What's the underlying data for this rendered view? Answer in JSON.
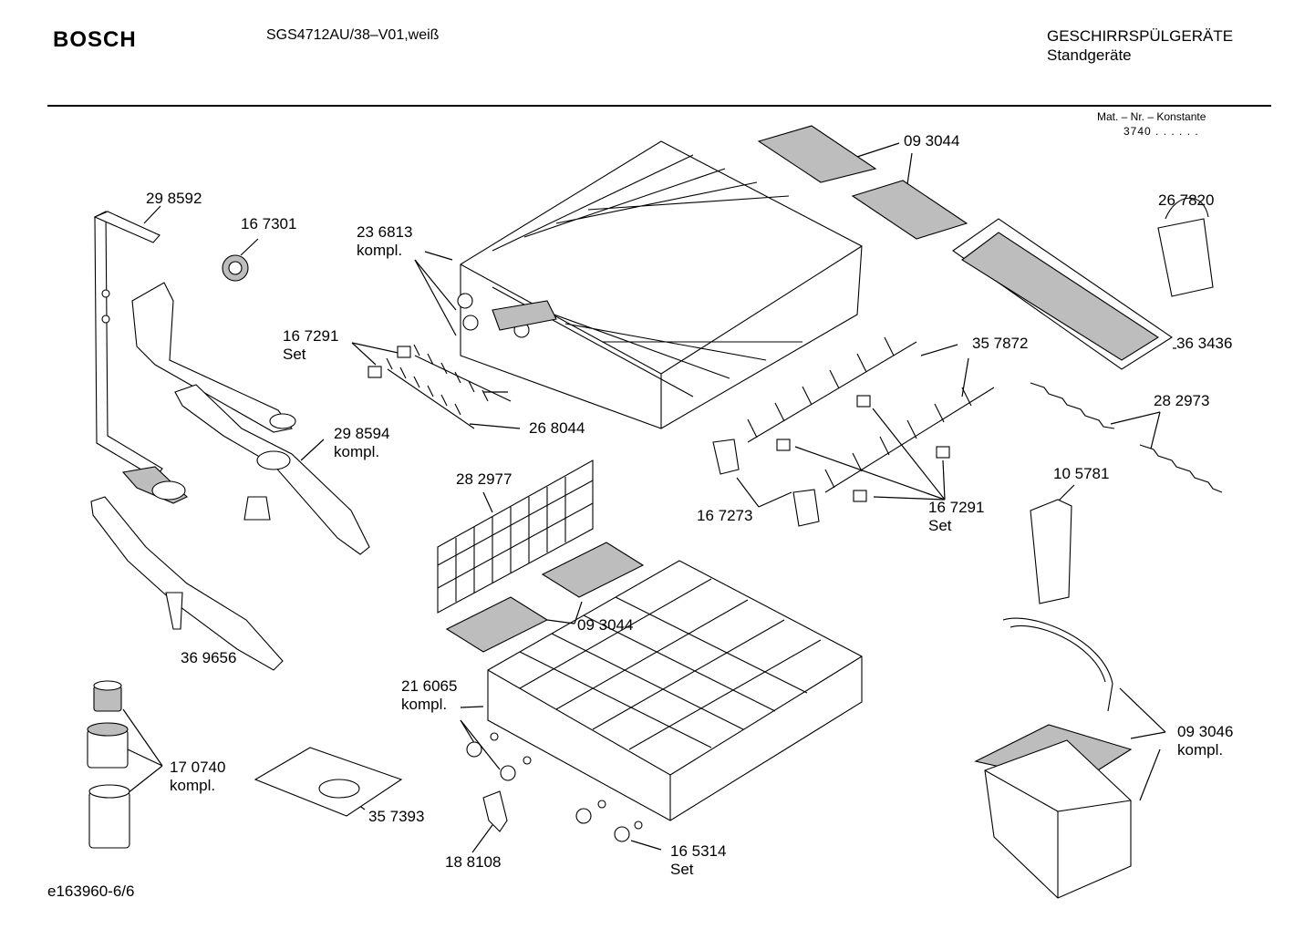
{
  "header": {
    "brand": "BOSCH",
    "model": "SGS4712AU/38–V01,weiß",
    "category_line1": "GESCHIRRSPÜLGERÄTE",
    "category_line2": "Standgeräte"
  },
  "constant": {
    "label": "Mat. – Nr. – Konstante",
    "value": "3740 . .  . . . ."
  },
  "footer": {
    "doc_id": "e163960-6/6"
  },
  "callouts": [
    {
      "id": "p298592",
      "lines": [
        "29 8592"
      ]
    },
    {
      "id": "p167301",
      "lines": [
        "16 7301"
      ]
    },
    {
      "id": "p236813",
      "lines": [
        "23 6813",
        "kompl."
      ]
    },
    {
      "id": "p093044a",
      "lines": [
        "09 3044"
      ]
    },
    {
      "id": "p267820",
      "lines": [
        "26 7820"
      ]
    },
    {
      "id": "p167291a",
      "lines": [
        "16 7291",
        "Set"
      ]
    },
    {
      "id": "p363436",
      "lines": [
        "36 3436"
      ]
    },
    {
      "id": "p357872",
      "lines": [
        "35 7872"
      ]
    },
    {
      "id": "p268044",
      "lines": [
        "26 8044"
      ]
    },
    {
      "id": "p298594",
      "lines": [
        "29 8594",
        "kompl."
      ]
    },
    {
      "id": "p282973",
      "lines": [
        "28 2973"
      ]
    },
    {
      "id": "p282977",
      "lines": [
        "28 2977"
      ]
    },
    {
      "id": "p105781",
      "lines": [
        "10 5781"
      ]
    },
    {
      "id": "p167273",
      "lines": [
        "16 7273"
      ]
    },
    {
      "id": "p167291b",
      "lines": [
        "16 7291",
        "Set"
      ]
    },
    {
      "id": "p093044b",
      "lines": [
        "09 3044"
      ]
    },
    {
      "id": "p369656",
      "lines": [
        "36 9656"
      ]
    },
    {
      "id": "p216065",
      "lines": [
        "21 6065",
        "kompl."
      ]
    },
    {
      "id": "p093046",
      "lines": [
        "09 3046",
        "kompl."
      ]
    },
    {
      "id": "p170740",
      "lines": [
        "17 0740",
        "kompl."
      ]
    },
    {
      "id": "p357393",
      "lines": [
        "35 7393"
      ]
    },
    {
      "id": "p188108",
      "lines": [
        "18 8108"
      ]
    },
    {
      "id": "p165314",
      "lines": [
        "16 5314",
        "Set"
      ]
    }
  ]
}
